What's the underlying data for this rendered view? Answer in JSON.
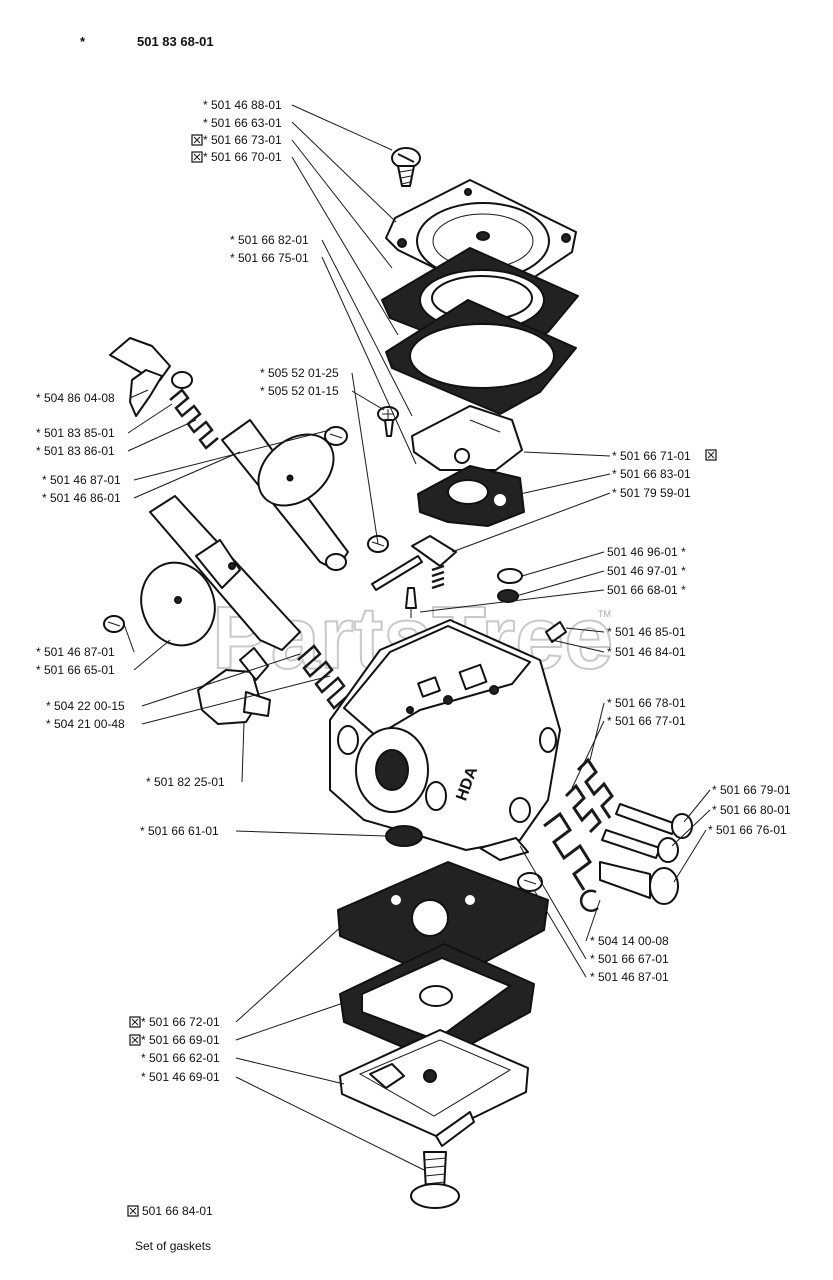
{
  "header": {
    "marker": "*",
    "part_number": "501 83 68-01"
  },
  "watermark": "PartsTree",
  "watermark_tm": "TM",
  "callouts": [
    {
      "id": "c01",
      "text": "* 501 46 88-01",
      "kit": false
    },
    {
      "id": "c02",
      "text": "* 501 66 63-01",
      "kit": false
    },
    {
      "id": "c03",
      "text": "* 501 66 73-01",
      "kit": true
    },
    {
      "id": "c04",
      "text": "* 501 66 70-01",
      "kit": true
    },
    {
      "id": "c05",
      "text": "* 501 66 82-01",
      "kit": false
    },
    {
      "id": "c06",
      "text": "* 501 66 75-01",
      "kit": false
    },
    {
      "id": "c07",
      "text": "* 505 52 01-25",
      "kit": false
    },
    {
      "id": "c08",
      "text": "* 505 52 01-15",
      "kit": false
    },
    {
      "id": "c09",
      "text": "* 504 86 04-08",
      "kit": false
    },
    {
      "id": "c10",
      "text": "* 501 83 85-01",
      "kit": false
    },
    {
      "id": "c11",
      "text": "* 501 83 86-01",
      "kit": false
    },
    {
      "id": "c12",
      "text": "* 501 46 87-01",
      "kit": false
    },
    {
      "id": "c13",
      "text": "* 501 46 86-01",
      "kit": false
    },
    {
      "id": "c14",
      "text": "* 501 66 71-01",
      "kit": true
    },
    {
      "id": "c15",
      "text": "* 501 66 83-01",
      "kit": false
    },
    {
      "id": "c16",
      "text": "* 501 79 59-01",
      "kit": false
    },
    {
      "id": "c17",
      "text": "501 46 96-01 *",
      "kit": false
    },
    {
      "id": "c18",
      "text": "501 46 97-01 *",
      "kit": false
    },
    {
      "id": "c19",
      "text": "501 66 68-01 *",
      "kit": false
    },
    {
      "id": "c20",
      "text": "* 501 46 85-01",
      "kit": false
    },
    {
      "id": "c21",
      "text": "* 501 46 84-01",
      "kit": false
    },
    {
      "id": "c22",
      "text": "* 501 46 87-01",
      "kit": false
    },
    {
      "id": "c23",
      "text": "* 501 66 65-01",
      "kit": false
    },
    {
      "id": "c24",
      "text": "* 504 22 00-15",
      "kit": false
    },
    {
      "id": "c25",
      "text": "* 504 21 00-48",
      "kit": false
    },
    {
      "id": "c26",
      "text": "* 501 66 78-01",
      "kit": false
    },
    {
      "id": "c27",
      "text": "* 501 66 77-01",
      "kit": false
    },
    {
      "id": "c28",
      "text": "* 501 82 25-01",
      "kit": false
    },
    {
      "id": "c29",
      "text": "* 501 66 79-01",
      "kit": false
    },
    {
      "id": "c30",
      "text": "* 501 66 80-01",
      "kit": false
    },
    {
      "id": "c31",
      "text": "* 501 66 76-01",
      "kit": false
    },
    {
      "id": "c32",
      "text": "* 501 66 61-01",
      "kit": false
    },
    {
      "id": "c33",
      "text": "* 504 14 00-08",
      "kit": false
    },
    {
      "id": "c34",
      "text": "* 501 66 67-01",
      "kit": false
    },
    {
      "id": "c35",
      "text": "* 501 46 87-01",
      "kit": false
    },
    {
      "id": "c36",
      "text": "* 501 66 72-01",
      "kit": true
    },
    {
      "id": "c37",
      "text": "* 501 66 69-01",
      "kit": true
    },
    {
      "id": "c38",
      "text": "* 501 66 62-01",
      "kit": false
    },
    {
      "id": "c39",
      "text": "* 501 46 69-01",
      "kit": false
    }
  ],
  "footer": {
    "kit_part_number": "501 66 84-01",
    "kit_description": "Set of gaskets"
  }
}
